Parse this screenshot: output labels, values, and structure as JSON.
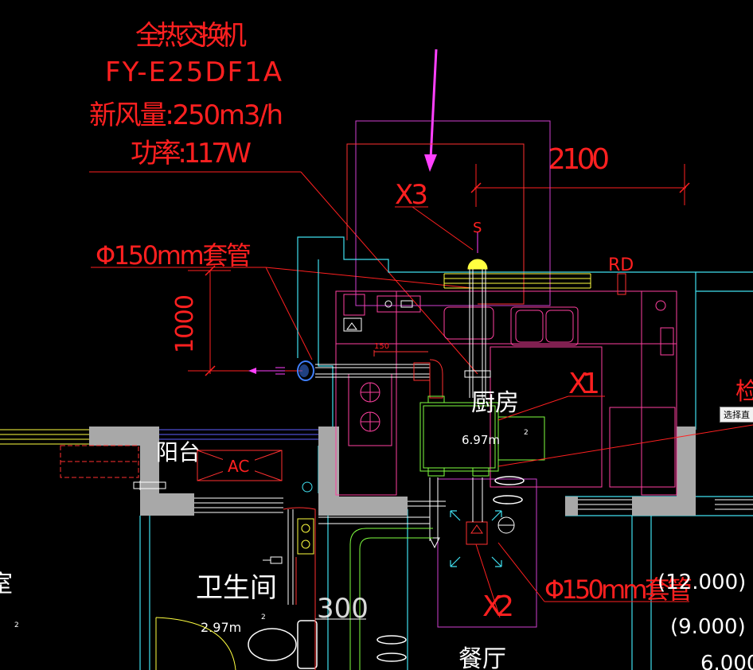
{
  "annotation": {
    "title": "全热交换机",
    "model": "FY-E25DF1A",
    "airflow": "新风量:250m3/h",
    "power": "功率:117W"
  },
  "labels": {
    "x3": "X3",
    "x1": "X1",
    "x2": "X2",
    "dim_2100": "2100",
    "dim_1000": "1000",
    "dim_300": "300",
    "rd": "RD",
    "sleeve_top": "Φ150mm套管",
    "sleeve_bottom": "Φ150mm套管",
    "sleeve_dia": "150",
    "s_mark": "S",
    "partial_right": "检"
  },
  "rooms": {
    "kitchen": "厨房",
    "kitchen_area": "6.97m",
    "kitchen_sup": "2",
    "kitchen_sup2": "2",
    "balcony": "阳台",
    "ac": "AC",
    "bathroom": "卫生间",
    "bathroom_area": "2.97m",
    "bathroom_sup": "2",
    "dining": "餐厅",
    "left_partial": "室",
    "left_sup": "2"
  },
  "elevations": {
    "e1": "(12.000)",
    "e2": "(9.000)",
    "e3": "6.000"
  },
  "tooltip": "选择直"
}
